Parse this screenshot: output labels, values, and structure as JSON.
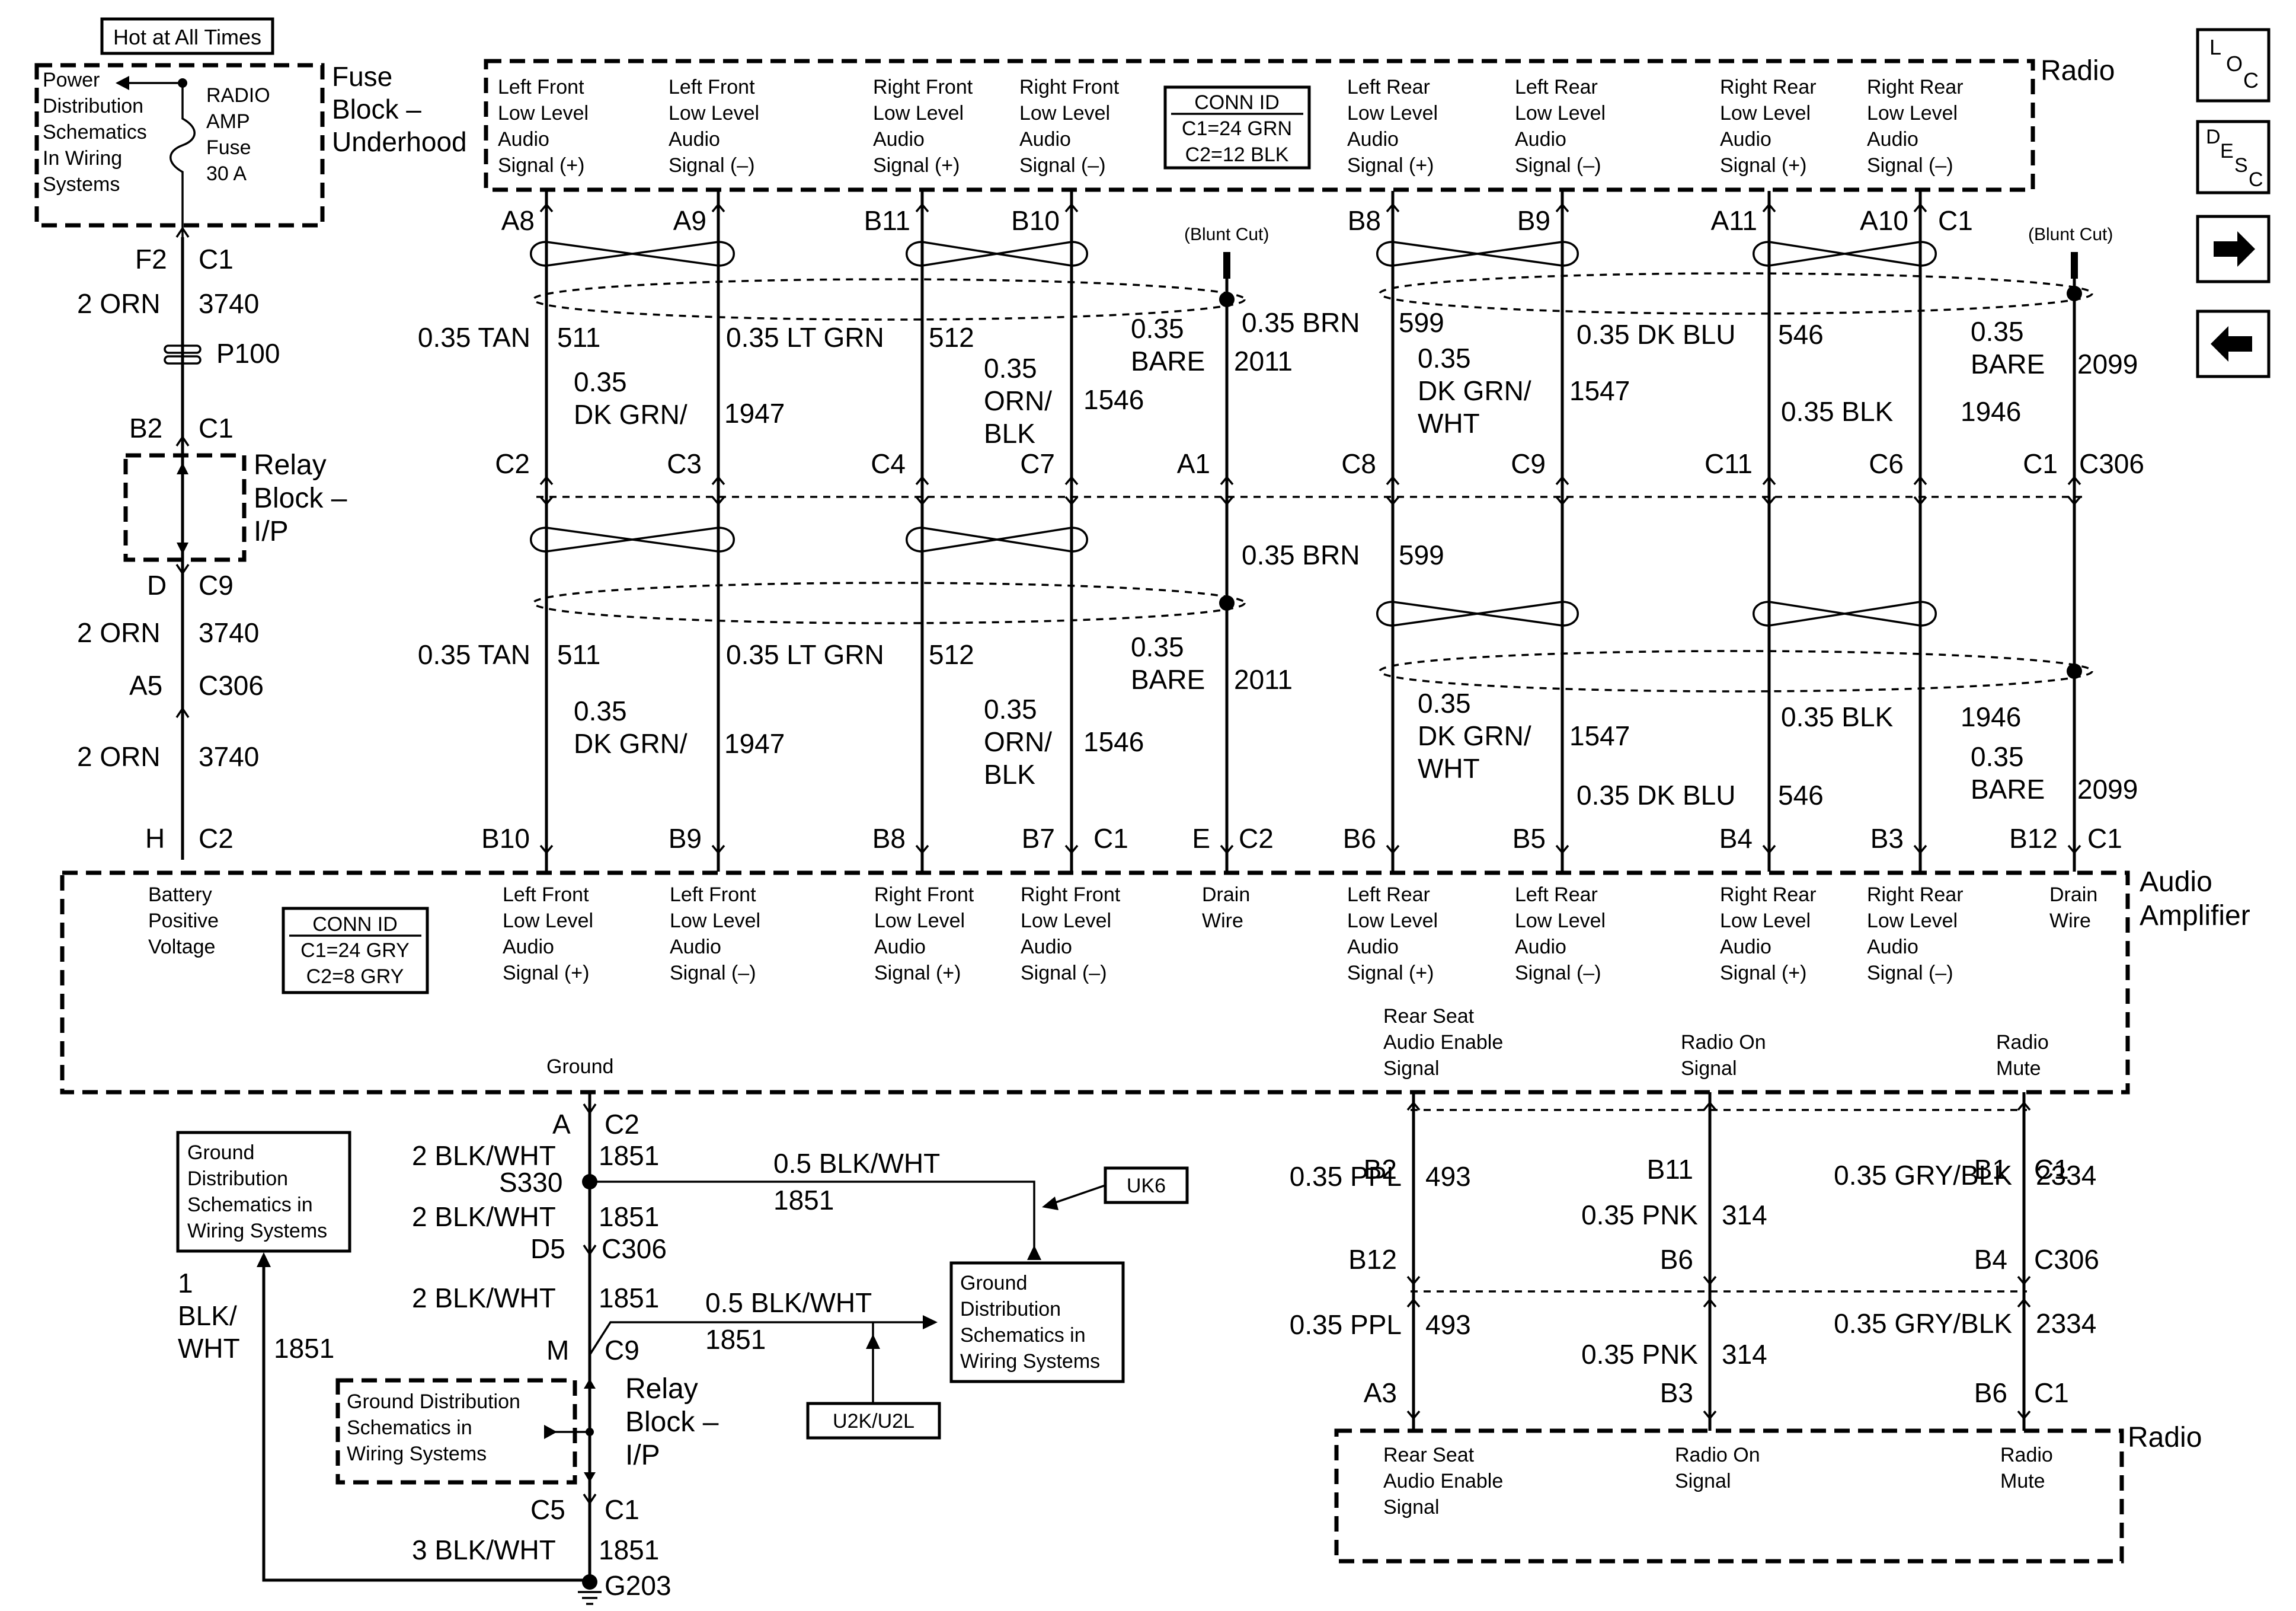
{
  "header": {
    "hot_at_all_times": "Hot at All Times"
  },
  "fuse_block": {
    "note": [
      "Power",
      "Distribution",
      "Schematics",
      "In Wiring",
      "Systems"
    ],
    "fuse": [
      "RADIO",
      "AMP",
      "Fuse",
      "30 A"
    ],
    "title": [
      "Fuse",
      "Block –",
      "Underhood"
    ]
  },
  "power_feed": {
    "f2": "F2",
    "c1": "C1",
    "wire1_size": "2 ORN",
    "wire1_circuit": "3740",
    "splice": "P100",
    "b2": "B2",
    "c1b": "C1",
    "relay_block": [
      "Relay",
      "Block –",
      "I/P"
    ],
    "d": "D",
    "c9": "C9",
    "wire2_size": "2 ORN",
    "wire2_circuit": "3740",
    "a5": "A5",
    "c306": "C306",
    "wire3_size": "2 ORN",
    "wire3_circuit": "3740",
    "h": "H",
    "c2": "C2"
  },
  "radio_top": {
    "title": "Radio",
    "labels": [
      [
        "Left Front",
        "Low Level",
        "Audio",
        "Signal (+)"
      ],
      [
        "Left Front",
        "Low Level",
        "Audio",
        "Signal (–)"
      ],
      [
        "Right Front",
        "Low Level",
        "Audio",
        "Signal (+)"
      ],
      [
        "Right Front",
        "Low Level",
        "Audio",
        "Signal (–)"
      ],
      [
        "Left Rear",
        "Low Level",
        "Audio",
        "Signal (+)"
      ],
      [
        "Left Rear",
        "Low Level",
        "Audio",
        "Signal (–)"
      ],
      [
        "Right Rear",
        "Low Level",
        "Audio",
        "Signal (+)"
      ],
      [
        "Right Rear",
        "Low Level",
        "Audio",
        "Signal (–)"
      ]
    ],
    "conn_id": [
      "CONN ID",
      "C1=24 GRN",
      "C2=12 BLK"
    ],
    "pins": [
      "A8",
      "A9",
      "B11",
      "B10",
      "B8",
      "B9",
      "A11",
      "A10"
    ],
    "pin_conn": "C1",
    "blunt_cut": "(Blunt Cut)"
  },
  "upper_wires": [
    {
      "size": "0.35 TAN",
      "circuit": "511"
    },
    {
      "size": [
        "0.35",
        "DK GRN/"
      ],
      "circuit": "1947"
    },
    {
      "size": "0.35 LT GRN",
      "circuit": "512"
    },
    {
      "size": [
        "0.35",
        "ORN/",
        "BLK"
      ],
      "circuit": "1546"
    },
    {
      "size": [
        "0.35",
        "BARE"
      ],
      "circuit": "2011"
    },
    {
      "size": "0.35 BRN",
      "circuit": "599"
    },
    {
      "size": [
        "0.35",
        "DK GRN/",
        "WHT"
      ],
      "circuit": "1547"
    },
    {
      "size": "0.35 DK BLU",
      "circuit": "546"
    },
    {
      "size": "0.35 BLK",
      "circuit": "1946"
    },
    {
      "size": [
        "0.35",
        "BARE"
      ],
      "circuit": "2099"
    }
  ],
  "mid_connector": {
    "pins": [
      "C2",
      "C3",
      "C4",
      "C7",
      "A1",
      "C8",
      "C9",
      "C11",
      "C6",
      "C1"
    ],
    "name": "C306"
  },
  "lower_wires": [
    {
      "size": "0.35 TAN",
      "circuit": "511"
    },
    {
      "size": [
        "0.35",
        "DK GRN/"
      ],
      "circuit": "1947"
    },
    {
      "size": "0.35 LT GRN",
      "circuit": "512"
    },
    {
      "size": [
        "0.35",
        "ORN/",
        "BLK"
      ],
      "circuit": "1546"
    },
    {
      "size": [
        "0.35",
        "BARE"
      ],
      "circuit": "2011"
    },
    {
      "size": "0.35 BRN",
      "circuit": "599"
    },
    {
      "size": [
        "0.35",
        "DK GRN/",
        "WHT"
      ],
      "circuit": "1547"
    },
    {
      "size": "0.35 DK BLU",
      "circuit": "546"
    },
    {
      "size": "0.35 BLK",
      "circuit": "1946"
    },
    {
      "size": [
        "0.35",
        "BARE"
      ],
      "circuit": "2099"
    }
  ],
  "amp_pins": {
    "pins": [
      "B10",
      "B9",
      "B8",
      "B7",
      "E",
      "B6",
      "B5",
      "B4",
      "B3",
      "B12"
    ],
    "c1": "C1",
    "c2": "C2",
    "c1b": "C1"
  },
  "amplifier": {
    "title": [
      "Audio",
      "Amplifier"
    ],
    "battery": [
      "Battery",
      "Positive",
      "Voltage"
    ],
    "conn_id": [
      "CONN ID",
      "C1=24 GRY",
      "C2=8 GRY"
    ],
    "labels": [
      [
        "Left Front",
        "Low Level",
        "Audio",
        "Signal (+)"
      ],
      [
        "Left Front",
        "Low Level",
        "Audio",
        "Signal (–)"
      ],
      [
        "Right Front",
        "Low Level",
        "Audio",
        "Signal (+)"
      ],
      [
        "Right Front",
        "Low Level",
        "Audio",
        "Signal (–)"
      ],
      [
        "Drain",
        "Wire"
      ],
      [
        "Left Rear",
        "Low Level",
        "Audio",
        "Signal (+)"
      ],
      [
        "Left Rear",
        "Low Level",
        "Audio",
        "Signal (–)"
      ],
      [
        "Right Rear",
        "Low Level",
        "Audio",
        "Signal (+)"
      ],
      [
        "Right Rear",
        "Low Level",
        "Audio",
        "Signal (–)"
      ],
      [
        "Drain",
        "Wire"
      ]
    ],
    "ground": "Ground",
    "rsa": [
      "Rear Seat",
      "Audio Enable",
      "Signal"
    ],
    "radio_on": [
      "Radio On",
      "Signal"
    ],
    "radio_mute": [
      "Radio",
      "Mute"
    ]
  },
  "ground_section": {
    "a": "A",
    "c2": "C2",
    "w1_size": "2 BLK/WHT",
    "w1_circuit": "1851",
    "s330": "S330",
    "branch1_size": "0.5 BLK/WHT",
    "branch1_circuit": "1851",
    "uk6": "UK6",
    "w2_size": "2 BLK/WHT",
    "w2_circuit": "1851",
    "d5": "D5",
    "c306": "C306",
    "w3_size": "2 BLK/WHT",
    "w3_circuit": "1851",
    "branch2_size": "0.5 BLK/WHT",
    "branch2_circuit": "1851",
    "gd_box": [
      "Ground",
      "Distribution",
      "Schematics in",
      "Wiring Systems"
    ],
    "u2k": "U2K/U2L",
    "m": "M",
    "c9": "C9",
    "relay_block": [
      "Relay",
      "Block –",
      "I/P"
    ],
    "gd_inner": [
      "Ground Distribution",
      "Schematics in",
      "Wiring Systems"
    ],
    "c5": "C5",
    "c1": "C1",
    "w4_size": "3 BLK/WHT",
    "w4_circuit": "1851",
    "g203": "G203",
    "left_box": [
      "Ground",
      "Distribution",
      "Schematics in",
      "Wiring Systems"
    ],
    "left_wire_size": [
      "1",
      "BLK/",
      "WHT"
    ],
    "left_wire_circuit": "1851"
  },
  "right_section": {
    "pins_top": [
      "B2",
      "B11",
      "B1"
    ],
    "pins_top_conn": "C1",
    "wires_top": [
      {
        "size": "0.35 PPL",
        "circuit": "493"
      },
      {
        "size": "0.35 PNK",
        "circuit": "314"
      },
      {
        "size": "0.35 GRY/BLK",
        "circuit": "2334"
      }
    ],
    "pins_mid": [
      "B12",
      "B6",
      "B4"
    ],
    "pins_mid_conn": "C306",
    "wires_bottom": [
      {
        "size": "0.35 PPL",
        "circuit": "493"
      },
      {
        "size": "0.35 PNK",
        "circuit": "314"
      },
      {
        "size": "0.35 GRY/BLK",
        "circuit": "2334"
      }
    ],
    "pins_bottom": [
      "A3",
      "B3",
      "B6"
    ],
    "pins_bottom_conn": "C1",
    "radio_title": "Radio",
    "rsa": [
      "Rear Seat",
      "Audio Enable",
      "Signal"
    ],
    "radio_on": [
      "Radio On",
      "Signal"
    ],
    "radio_mute": [
      "Radio",
      "Mute"
    ]
  },
  "nav": {
    "loc": [
      "L",
      "O",
      "C"
    ],
    "desc": [
      "D",
      "E",
      "S",
      "C"
    ],
    "next_icon": "arrow-right-icon",
    "prev_icon": "arrow-left-icon"
  }
}
